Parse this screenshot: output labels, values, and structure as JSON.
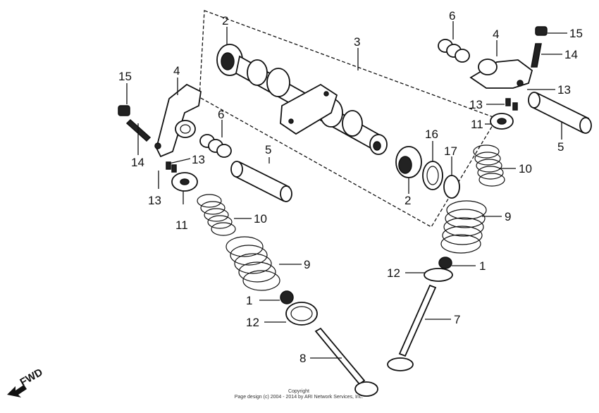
{
  "callouts": {
    "c1a": "1",
    "c1b": "1",
    "c2a": "2",
    "c2b": "2",
    "c3": "3",
    "c4a": "4",
    "c4b": "4",
    "c5a": "5",
    "c5b": "5",
    "c6a": "6",
    "c6b": "6",
    "c7": "7",
    "c8": "8",
    "c9a": "9",
    "c9b": "9",
    "c10a": "10",
    "c10b": "10",
    "c11a": "11",
    "c11b": "11",
    "c12a": "12",
    "c12b": "12",
    "c13a": "13",
    "c13b": "13",
    "c13c": "13",
    "c13d": "13",
    "c14a": "14",
    "c14b": "14",
    "c15a": "15",
    "c15b": "15",
    "c16": "16",
    "c17": "17"
  },
  "direction": {
    "label": "FWD"
  },
  "copyright": {
    "line1": "Copyright",
    "line2": "Page design (c) 2004 - 2014 by ARI Network Services, Inc."
  }
}
